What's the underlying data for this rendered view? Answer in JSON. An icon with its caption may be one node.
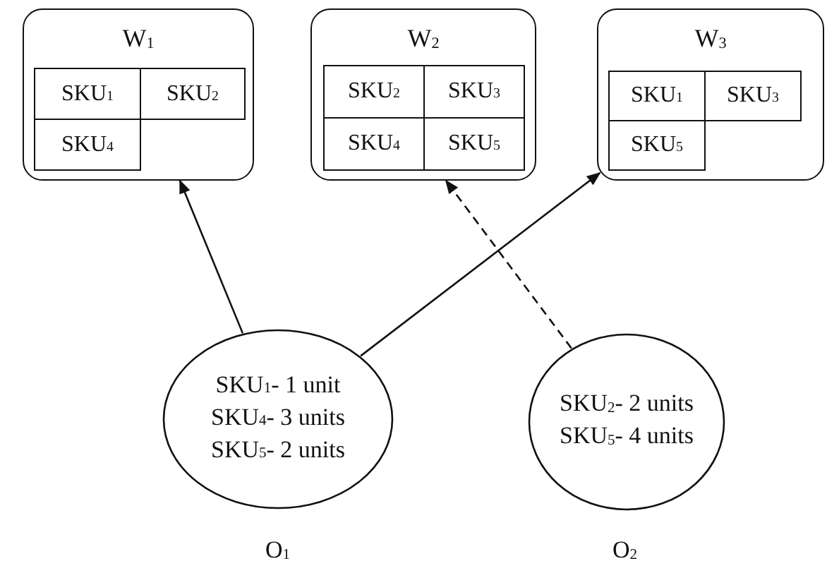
{
  "diagram": {
    "nodes": [
      {
        "text": [
          "W$_{1}$"
        ]
      },
      {
        "text": [
          "SKU$_{1}$"
        ],
        "in": 0
      },
      {
        "text": [
          "SKU$_{2}$"
        ],
        "in": 0
      },
      {
        "text": [
          "SKU$_{4}$"
        ],
        "in": 0
      },
      {
        "text": [
          "W$_{2}$"
        ]
      },
      {
        "text": [
          "SKU$_{2}$"
        ],
        "in": 4
      },
      {
        "text": [
          "SKU$_{3}$"
        ],
        "in": 4
      },
      {
        "text": [
          "SKU$_{4}$"
        ],
        "in": 4
      },
      {
        "text": [
          "SKU$_{5}$"
        ],
        "in": 4
      },
      {
        "text": [
          "W$_{3}$"
        ]
      },
      {
        "text": [
          "SKU$_{1}$"
        ],
        "in": 9
      },
      {
        "text": [
          "SKU$_{3}$"
        ],
        "in": 9
      },
      {
        "text": [
          "SKU$_{5}$"
        ],
        "in": 9
      },
      {
        "text": [
          "SKU$_{1}$- 1 unit",
          "SKU$_{4}$- 3 units",
          "SKU$_{5}$- 2 units"
        ],
        "beside": [
          "O$_{1}$"
        ]
      },
      {
        "text": [
          "SKU$_{2}$- 2 units",
          "SKU$_{5}$- 4 units"
        ],
        "beside": [
          "O$_{2}$"
        ]
      }
    ],
    "edges": [
      {
        "from": 13,
        "to": 0,
        "arrow": "to"
      },
      {
        "from": 13,
        "to": 9,
        "arrow": "to"
      },
      {
        "from": 14,
        "to": 4,
        "arrow": "to",
        "style": "dashed"
      }
    ]
  }
}
